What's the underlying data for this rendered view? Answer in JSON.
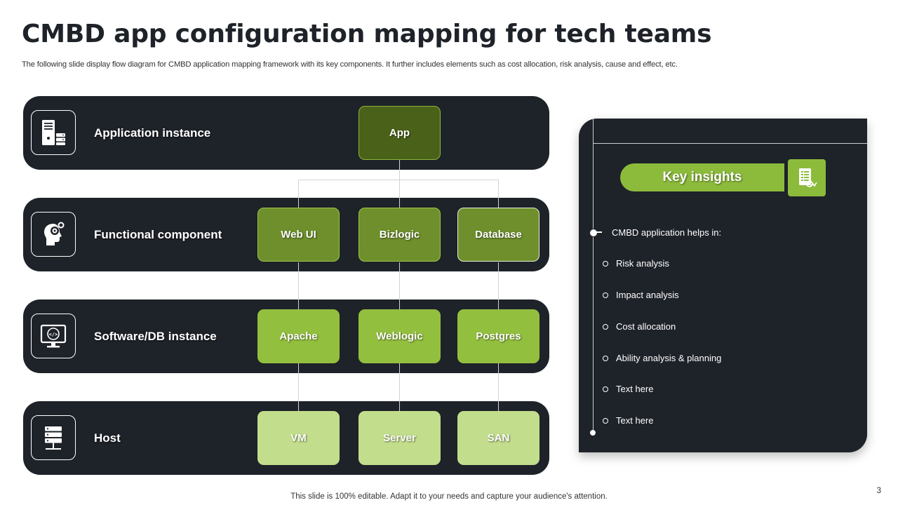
{
  "slide": {
    "title": "CMBD app configuration mapping for tech teams",
    "subtitle": "The following slide display flow diagram for CMBD  application mapping framework with its key components. It further includes elements such as cost allocation, risk analysis, cause and effect, etc.",
    "footer": "This slide is 100% editable. Adapt it to your needs and capture your audience's attention.",
    "page_number": "3"
  },
  "colors": {
    "dark_panel": "#1e2229",
    "node_dark": "#4a6119",
    "node_mid": "#6e8f2b",
    "node_bright": "#93bf3e",
    "node_light": "#c2dd8c",
    "accent": "#8cbb3b"
  },
  "rows": [
    {
      "label": "Application instance",
      "icon": "server-tower-icon",
      "nodes": [
        "App"
      ]
    },
    {
      "label": "Functional component",
      "icon": "head-gear-icon",
      "nodes": [
        "Web UI",
        "Bizlogic",
        "Database"
      ]
    },
    {
      "label": "Software/DB  instance",
      "icon": "monitor-code-icon",
      "nodes": [
        "Apache",
        "Weblogic",
        "Postgres"
      ]
    },
    {
      "label": "Host",
      "icon": "server-rack-icon",
      "nodes": [
        "VM",
        "Server",
        "SAN"
      ]
    }
  ],
  "insights": {
    "title": "Key insights",
    "icon": "document-chart-icon",
    "intro": "CMBD application helps in:",
    "items": [
      "Risk analysis",
      "Impact analysis",
      "Cost allocation",
      "Ability analysis & planning",
      "Text here",
      "Text here"
    ]
  }
}
